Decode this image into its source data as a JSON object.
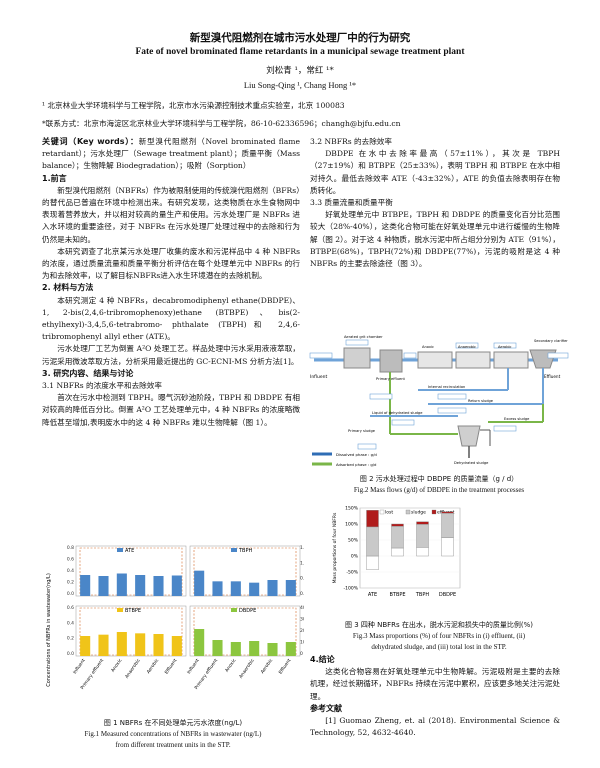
{
  "title_cn": "新型溴代阻燃剂在城市污水处理厂中的行为研究",
  "title_en": "Fate of novel brominated flame retardants in a municipal sewage treatment plant",
  "authors_cn": "刘松青 ¹，常红 ¹*",
  "authors_en": "Liu Song-Qing ¹, Chang Hong ¹*",
  "affiliation": "¹ 北京林业大学环境科学与工程学院，北京市水污染源控制技术重点实验室，北京 100083",
  "contact": "*联系方式：北京市海淀区北京林业大学环境科学与工程学院，86-10-62336596；changh@bjfu.edu.cn",
  "left": {
    "keywords_label": "关键词（Key words）：",
    "keywords": "新型溴代阻燃剂（Novel brominated flame retardant）；污水处理厂（Sewage treatment plant）；质量平衡（Mass balance）；生物降解 Biodegradation）；吸附（Sorption）",
    "h1": "1.前言",
    "p1": "新型溴代阻燃剂（NBFRs）作为被限制使用的传统溴代阻燃剂（BFRs）的替代品已普遍在环境中检测出来。有研究发现，这类物质在水生食物网中表现着营养放大，并以相对较高的量生产和使用。污水处理厂是 NBFRs 进入水环境的重要途径，对于 NBFRs 在污水处理厂处理过程中的去除和行为仍然是未知的。",
    "p2": "本研究调查了北京某污水处理厂收集的废水和污泥样品中 4 种 NBFRs 的浓度，通过质量流量和质量平衡分析评估在每个处理单元中 NBFRs 的行为和去除效率，以了解目标NBFRs进入水生环境潜在的去除机制。",
    "h2": "2. 材料与方法",
    "p3": "本研究测定 4 种 NBFRs，decabromodiphenyl ethane(DBDPE)、1, 2-bis(2,4,6-tribromophenoxy)ethane (BTBPE)、bis(2-ethylhexyl)-3,4,5,6-tetrabromo- phthalate (TBPH)和 2,4,6-tribromophenyl allyl ether (ATE)。",
    "p4": "污水处理厂工艺为倒置 A²O 处理工艺。样品处理中污水采用液液萃取，污泥采用微波萃取方法，分析采用最近提出的 GC-ECNI-MS 分析方法[1]。",
    "h3": "3. 研究内容、结果与讨论",
    "h31": "3.1 NBFRs 的浓度水平和去除效率",
    "p5": "首次在污水中检测到 TBPH。曝气沉砂池阶段，TBPH 和 DBDPE 有相对较高的降低百分比。倒置 A²O 工艺处理单元中，4 种 NBFRs 的浓度略微降低甚至增加,表明废水中的这 4 种 NBFRs 难以生物降解（图 1）。",
    "fig1_cap_cn": "图 1 NBFRs 在不同处理单元污水浓度(ng/L)",
    "fig1_cap_en1": "Fig.1 Measured concentrations of NBFRs in wastewater (ng/L)",
    "fig1_cap_en2": "from different treatment units in the STP."
  },
  "right": {
    "h32": "3.2 NBFRs 的去除效率",
    "p6": "DBDPE 在水中去除率最高（57±11%），其次是 TBPH（27±19%）和 BTBPE（25±33%），表明 TBPH 和 BTBPE 在水中相对持久。最低去除效率 ATE（-43±32%），ATE 的负值去除表明存在物质转化。",
    "h33": "3.3 质量流量和质量平衡",
    "p7": "好氧处理单元中 BTBPE，TBPH 和 DBDPE 的质量变化百分比范围较大（28%-40%），这类化合物可能在好氧处理单元中进行缓慢的生物降解（图 2）。对于这 4 种物质，脱水污泥中所占组分分别为 ATE（91%），BTBPE(68%)，TBPH(72%)和 DBDPE(77%)，污泥的吸附是这 4 种 NBFRs 的主要去除途径（图 3）。",
    "fig2_cap_cn": "图 2 污水处理过程中 DBDPE 的质量流量（g / d）",
    "fig2_cap_en": "Fig.2 Mass flows (g/d) of DBDPE in the treatment processes",
    "fig3_cap_cn": "图 3 四种 NBFRs 在出水，脱水污泥和损失中的质量比例(%)",
    "fig3_cap_en1": "Fig.3 Mass proportions (%) of four NBFRs in (i) effluent, (ii)",
    "fig3_cap_en2": "dehydrated sludge, and (iii) total lost in the STP.",
    "h4": "4.结论",
    "p8": "这类化合物容易在好氧处理单元中生物降解。污泥吸附是主要的去除机理，经过长期循环，NBFRs 持续在污泥中累积，应该更多地关注污泥处理。",
    "refs_h": "参考文献",
    "ref1": "[1] Guomao Zheng, et. al (2018). Environmental Science & Technology, 52, 4632-4640."
  },
  "fig2": {
    "units": [
      "Influent",
      "Aerated grit chamber",
      "Primary effluent",
      "Anoxic",
      "Anaerobic",
      "Aerobic",
      "Secondary clarifier",
      "Effluent"
    ],
    "labels": [
      "Internal recirculation",
      "Return sludge",
      "Excess sludge",
      "Liquid of dehydrated sludge",
      "Primary sludge",
      "Dehydrated sludge"
    ],
    "legend": [
      "Dissolved phase : g/d",
      "Adsorbed phase : g/d"
    ],
    "colors": {
      "dissolved": "#2f6db5",
      "adsorbed": "#7ab648",
      "water": "#6fa3d8"
    }
  },
  "chart_data": [
    {
      "type": "bar",
      "panels": [
        "ATE",
        "BTBPE",
        "TBPH",
        "DBDPE"
      ],
      "categories": [
        "Influent",
        "Primary effluent",
        "Anoxic",
        "Anaerobic",
        "Aerobic",
        "Effluent"
      ],
      "ylabel": "Concentrations of NBFRs in wastewater(ng/L)",
      "series": [
        {
          "name": "ATE",
          "color": "#4a86c8",
          "values": [
            0.42,
            0.4,
            0.45,
            0.42,
            0.4,
            0.41
          ],
          "ylim": [
            0,
            0.8
          ]
        },
        {
          "name": "TBPH",
          "color": "#4a86c8",
          "values": [
            0.95,
            0.55,
            0.55,
            0.5,
            0.6,
            0.6
          ],
          "ylim": [
            0,
            1.5
          ]
        },
        {
          "name": "BTBPE",
          "color": "#f0c419",
          "values": [
            0.3,
            0.32,
            0.36,
            0.34,
            0.33,
            0.3
          ],
          "ylim": [
            0,
            0.6
          ]
        },
        {
          "name": "DBDPE",
          "color": "#8cc63f",
          "values": [
            27,
            16,
            14,
            15,
            13,
            14
          ],
          "ylim": [
            0,
            40
          ]
        }
      ],
      "left_ticks_top": [
        "0.8",
        "0.6",
        "0.4",
        "0.2",
        "0.0"
      ],
      "right_ticks_top": [
        "1.5",
        "1.0",
        "0.5",
        "0.0"
      ],
      "left_ticks_bottom": [
        "0.6",
        "0.4",
        "0.2",
        "0.0"
      ],
      "right_ticks_bottom": [
        "40",
        "30",
        "20",
        "10",
        "0"
      ]
    },
    {
      "type": "bar",
      "stacked": true,
      "categories": [
        "ATE",
        "BTBPE",
        "TBPH",
        "DBDPE"
      ],
      "ylabel": "Mass proportions of four NBFRs",
      "ylim": [
        -100,
        150
      ],
      "yticks": [
        "150%",
        "100%",
        "50%",
        "0%",
        "-50%",
        "-100%"
      ],
      "series": [
        {
          "name": "lost",
          "color": "#ffffff",
          "values": [
            -43,
            25,
            27,
            57
          ]
        },
        {
          "name": "sludge",
          "color": "#c9c9c9",
          "values": [
            91,
            68,
            72,
            77
          ]
        },
        {
          "name": "effluent",
          "color": "#b01c1c",
          "values": [
            52,
            7,
            8,
            4
          ]
        }
      ]
    }
  ]
}
